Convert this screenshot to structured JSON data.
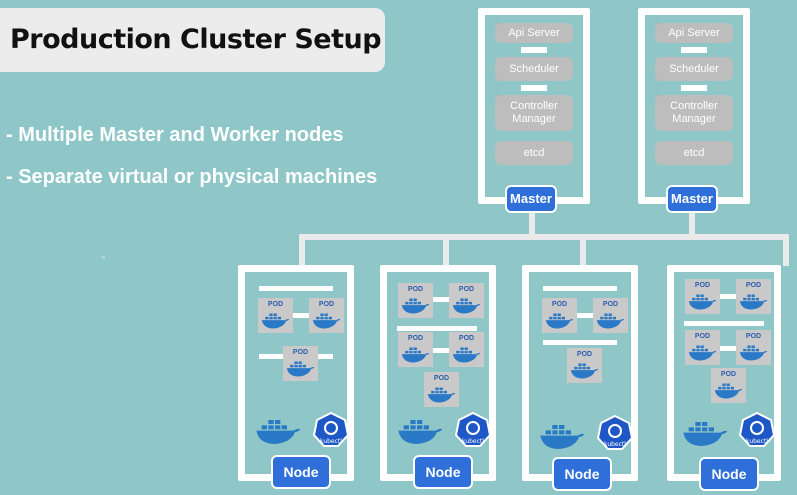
{
  "title": "Production Cluster Setup",
  "bullets": [
    "- Multiple Master and Worker nodes",
    "- Separate virtual or physical machines"
  ],
  "master_components": [
    "Api Server",
    "Scheduler",
    "Controller Manager",
    "etcd"
  ],
  "master_label": "Master",
  "node_label": "Node",
  "pod_label": "POD",
  "k8s_label": "kubectl",
  "colors": {
    "background": "#8fc6c8",
    "accent": "#2f6fd9",
    "docker": "#2a79c7",
    "component": "#bdbdbd"
  },
  "icons": [
    "docker-whale-icon",
    "kubernetes-icon"
  ]
}
